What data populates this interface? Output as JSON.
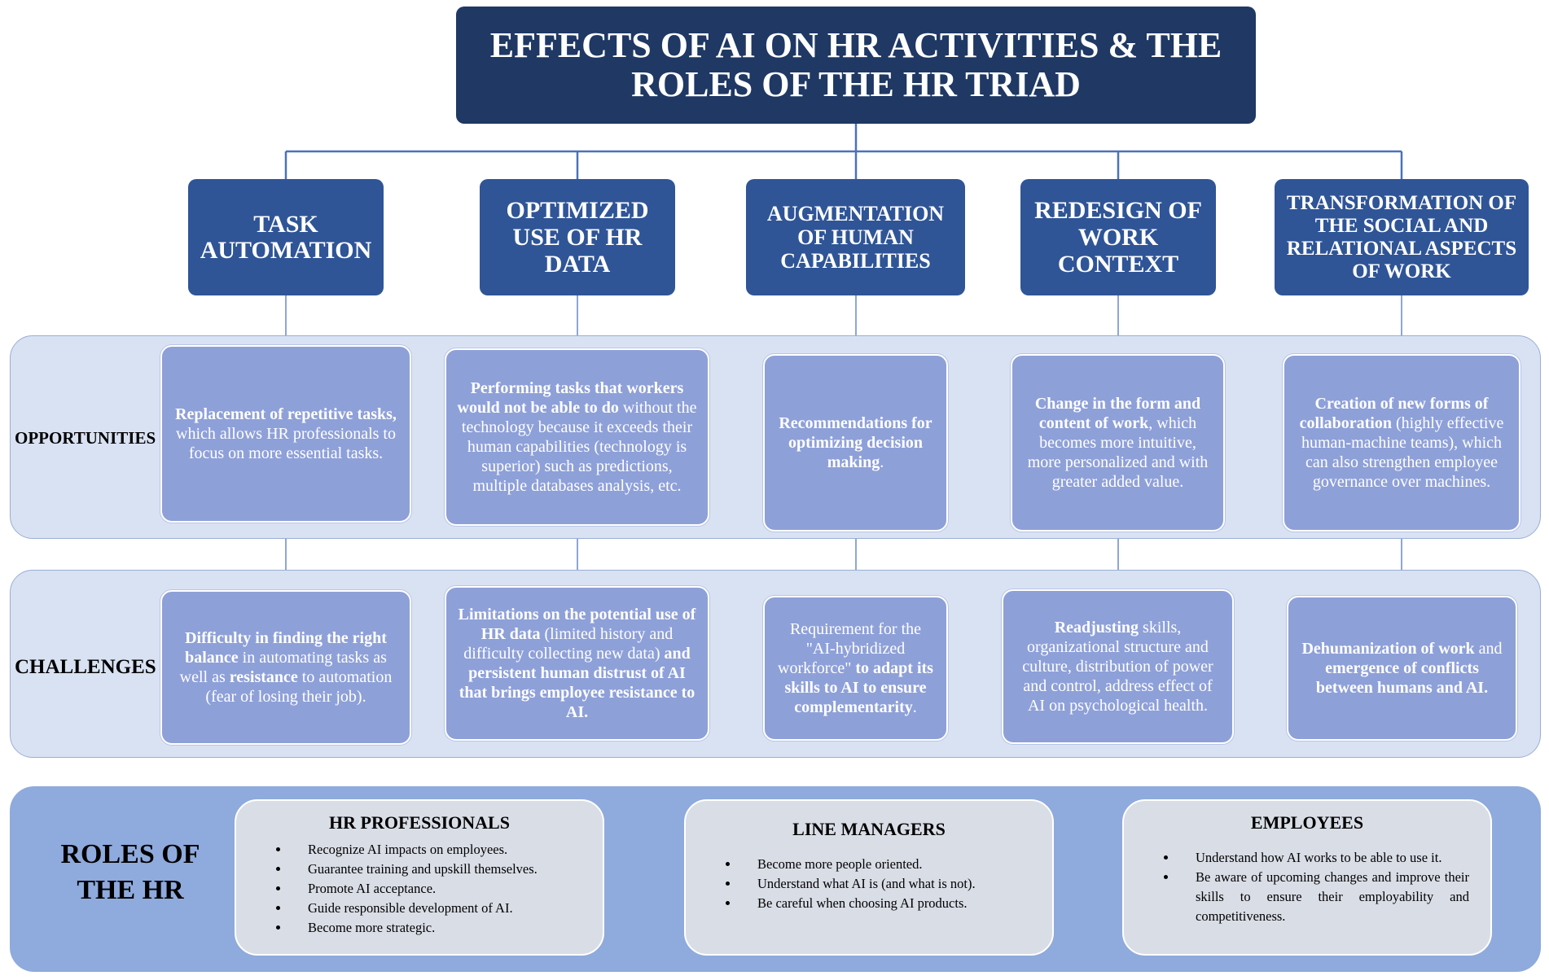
{
  "title": "EFFECTS OF AI ON HR ACTIVITIES & THE ROLES OF THE HR TRIAD",
  "categories": [
    {
      "label": "TASK AUTOMATION"
    },
    {
      "label": "OPTIMIZED USE OF HR DATA"
    },
    {
      "label": "AUGMENTATION OF HUMAN CAPABILITIES"
    },
    {
      "label": "REDESIGN OF WORK CONTEXT"
    },
    {
      "label": "TRANSFORMATION OF THE SOCIAL AND RELATIONAL ASPECTS OF WORK"
    }
  ],
  "opportunities_label": "OPPORTUNITIES",
  "opportunities": [
    {
      "b1": "Replacement of repetitive tasks,",
      "t1": " which allows HR professionals to focus on more essential tasks."
    },
    {
      "b1": "Performing tasks that workers would not be able to do",
      "t1": " without the technology because it exceeds their human capabilities (technology is superior) such as predictions, multiple databases analysis, etc."
    },
    {
      "b1": "Recommendations for optimizing decision making",
      "t1": "."
    },
    {
      "b1": "Change in the form and content of work",
      "t1": ", which becomes more intuitive, more personalized and with greater added value."
    },
    {
      "b1": "Creation of new forms of collaboration",
      "t1": " (highly effective human-machine teams), which can also strengthen employee governance over machines."
    }
  ],
  "challenges_label": "CHALLENGES",
  "challenges": [
    {
      "b1": "Difficulty in finding the right balance",
      "t1": " in automating tasks as well as ",
      "b2": "resistance",
      "t2": " to automation (fear of losing their job)."
    },
    {
      "b1": "Limitations on the potential use of HR data",
      "t1": " (limited history and difficulty collecting new data) ",
      "b2": "and persistent human distrust of AI that brings employee resistance to AI.",
      "t2": ""
    },
    {
      "b1": "",
      "t1": "Requirement for the \"AI-hybridized workforce\"",
      "b2": " to adapt its skills to AI to ensure complementarity",
      "t2": "."
    },
    {
      "b1": "Readjusting",
      "t1": " skills, organizational structure and culture, distribution of power and control, address effect of AI on psychological health.",
      "b2": "",
      "t2": ""
    },
    {
      "b1": "Dehumanization of work",
      "t1": " and ",
      "b2": "emergence of conflicts between humans and AI.",
      "t2": ""
    }
  ],
  "roles_label": "ROLES OF THE HR",
  "roles": [
    {
      "title": "HR PROFESSIONALS",
      "items": [
        "Recognize AI impacts on employees.",
        "Guarantee training and upskill themselves.",
        "Promote AI acceptance.",
        "Guide responsible development of AI.",
        "Become more strategic."
      ]
    },
    {
      "title": "LINE MANAGERS",
      "items": [
        "Become more people oriented.",
        "Understand what AI is (and what is not).",
        "Be careful when choosing AI products."
      ]
    },
    {
      "title": "EMPLOYEES",
      "items": [
        "Understand how AI works to be able to use it.",
        "Be aware of upcoming changes and improve their skills to ensure their employability and competitiveness."
      ]
    }
  ],
  "colors": {
    "title_bg": "#1f3864",
    "category_bg": "#2f5597",
    "band_bg": "#d9e2f3",
    "cell_bg": "#8ea0d8",
    "roles_band_bg": "#8faadc",
    "role_box_bg": "#d9dde6",
    "connector": "#4a72b8"
  }
}
